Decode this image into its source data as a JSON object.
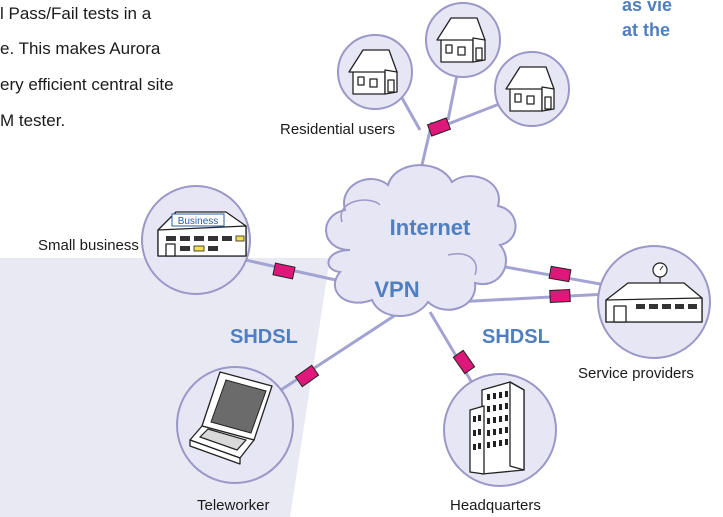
{
  "intro_text": {
    "line1": "l Pass/Fail tests in a",
    "line2": "e. This makes Aurora",
    "line3": "ery efficient central site",
    "line4": "M tester."
  },
  "heading_partial": {
    "line1": "as vie",
    "line2": "at the"
  },
  "clouds": {
    "internet": "Internet",
    "vpn": "VPN"
  },
  "links": {
    "shdsl_left": "SHDSL",
    "shdsl_right": "SHDSL"
  },
  "nodes": {
    "residential": "Residential users",
    "small_business": "Small business",
    "business_sign": "Business",
    "service_providers": "Service providers",
    "teleworker": "Teleworker",
    "headquarters": "Headquarters"
  },
  "colors": {
    "accent_blue": "#4f7fc0",
    "node_fill": "#e6e6f4",
    "node_stroke": "#9a98c8",
    "connector": "#e0177a",
    "band": "#e9e9f4"
  }
}
